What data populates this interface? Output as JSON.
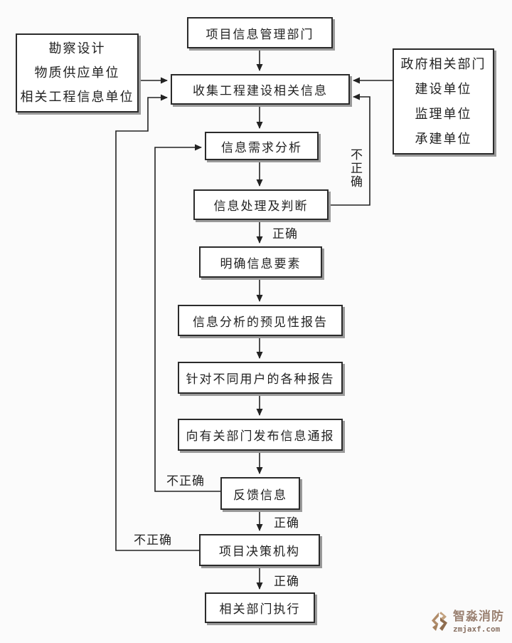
{
  "diagram": {
    "nodes": {
      "project_info_dept": {
        "label": "项目信息管理部门"
      },
      "sources_left": {
        "lines": [
          "勘察设计",
          "物质供应单位",
          "相关工程信息单位"
        ]
      },
      "sources_right": {
        "lines": [
          "政府相关部门",
          "建设单位",
          "监理单位",
          "承建单位"
        ]
      },
      "collect_info": {
        "label": "收集工程建设相关信息"
      },
      "demand_analysis": {
        "label": "信息需求分析"
      },
      "process_judge": {
        "label": "信息处理及判断"
      },
      "clarify_elements": {
        "label": "明确信息要素"
      },
      "predictive_report": {
        "label": "信息分析的预见性报告"
      },
      "user_reports": {
        "label": "针对不同用户的各种报告"
      },
      "publish_bulletin": {
        "label": "向有关部门发布信息通报"
      },
      "feedback": {
        "label": "反馈信息"
      },
      "decision_body": {
        "label": "项目决策机构"
      },
      "execute": {
        "label": "相关部门执行"
      }
    },
    "edge_labels": {
      "correct": "正确",
      "incorrect": "不正确"
    },
    "colors": {
      "line": "#222222",
      "box_border": "#2b2b2b",
      "box_fill": "#ffffff",
      "box_shadow": "#9a9a9a",
      "background": "#fbfbfb"
    }
  },
  "watermark": {
    "brand": "智淼消防",
    "url": "zmjaxf.com",
    "logo_color": "#b08c69"
  }
}
